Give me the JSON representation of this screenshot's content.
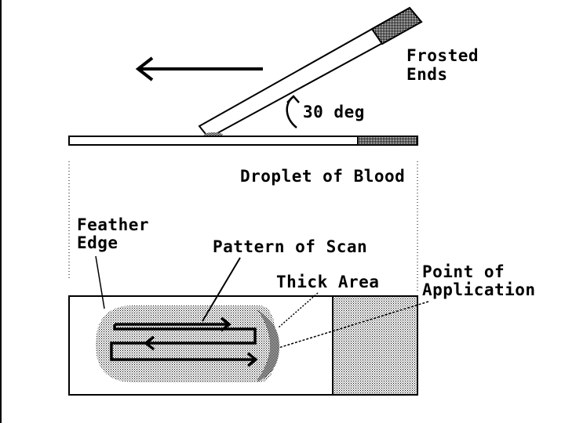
{
  "labels": {
    "frosted_ends": [
      "Frosted",
      "Ends"
    ],
    "angle": "30 deg",
    "droplet": "Droplet of Blood",
    "feather_edge": [
      "Feather",
      "Edge"
    ],
    "pattern_of_scan": "Pattern of Scan",
    "thick_area": "Thick Area",
    "point_of_application": [
      "Point of",
      "Application"
    ]
  },
  "colors": {
    "ink": "#000000",
    "background": "#ffffff",
    "frosted": "#7a7a7a",
    "smear": "#c9c9c9",
    "thick": "#8e8e8e"
  }
}
